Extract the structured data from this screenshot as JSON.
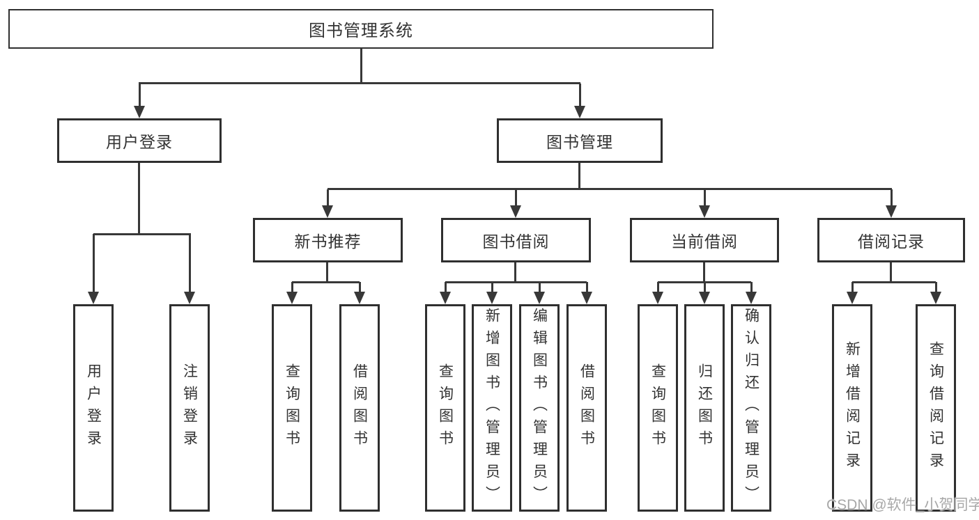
{
  "title": "图书管理系统",
  "tree": {
    "root": {
      "label": "图书管理系统"
    },
    "level1": [
      {
        "key": "user-login",
        "label": "用户登录"
      },
      {
        "key": "book-management",
        "label": "图书管理"
      }
    ],
    "level2": [
      {
        "key": "new-book-recommend",
        "parent": "图书管理",
        "label": "新书推荐"
      },
      {
        "key": "book-borrow",
        "parent": "图书管理",
        "label": "图书借阅"
      },
      {
        "key": "current-borrow",
        "parent": "图书管理",
        "label": "当前借阅"
      },
      {
        "key": "borrow-record",
        "parent": "图书管理",
        "label": "借阅记录"
      }
    ],
    "leaves": [
      {
        "parent": "用户登录",
        "label": "用户登录"
      },
      {
        "parent": "用户登录",
        "label": "注销登录"
      },
      {
        "parent": "新书推荐",
        "label": "查询图书"
      },
      {
        "parent": "新书推荐",
        "label": "借阅图书"
      },
      {
        "parent": "图书借阅",
        "label": "查询图书"
      },
      {
        "parent": "图书借阅",
        "label": "新增图书（管理员）"
      },
      {
        "parent": "图书借阅",
        "label": "编辑图书（管理员）"
      },
      {
        "parent": "图书借阅",
        "label": "借阅图书"
      },
      {
        "parent": "当前借阅",
        "label": "查询图书"
      },
      {
        "parent": "当前借阅",
        "label": "归还图书"
      },
      {
        "parent": "当前借阅",
        "label": "确认归还（管理员）"
      },
      {
        "parent": "借阅记录",
        "label": "新增借阅记录"
      },
      {
        "parent": "借阅记录",
        "label": "查询借阅记录"
      }
    ]
  },
  "watermark": "CSDN @软件_小贺同学",
  "colors": {
    "line": "#383838",
    "border": "#2f2f2f",
    "text": "#333333",
    "watermark": "#a8a8a8",
    "background": "#ffffff"
  }
}
